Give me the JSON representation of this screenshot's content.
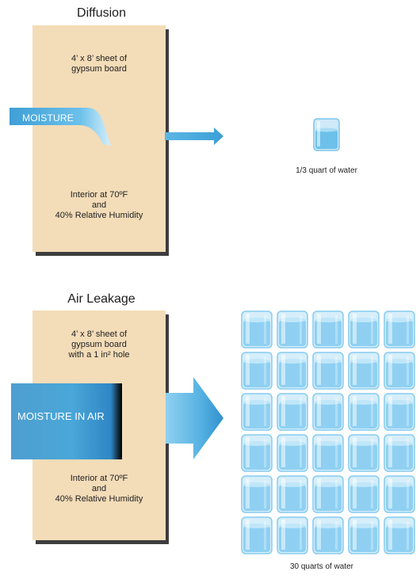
{
  "diffusion": {
    "title": "Diffusion",
    "board_label": "4’ x 8’ sheet of\ngypsum board",
    "interior_label": "Interior at 70ºF\nand\n40% Relative Humidity",
    "arrow_label": "MOISTURE",
    "result_caption": "1/3 quart of water",
    "glass_count": 1
  },
  "air_leakage": {
    "title": "Air Leakage",
    "board_label": "4’ x 8’ sheet of\ngypsum board\nwith a 1 in² hole",
    "interior_label": "Interior at 70ºF\nand\n40% Relative Humidity",
    "arrow_label": "MOISTURE IN AIR",
    "result_caption": "30 quarts of water",
    "glass_count": 30
  },
  "colors": {
    "board": "#f3dcb8",
    "shadow": "#3d3d3d",
    "moisture_blue": "#4aa7d8",
    "glass_blue": "#8fd0f2"
  },
  "icons": {
    "glass": "water-glass-icon",
    "arrow": "right-arrow-icon"
  }
}
